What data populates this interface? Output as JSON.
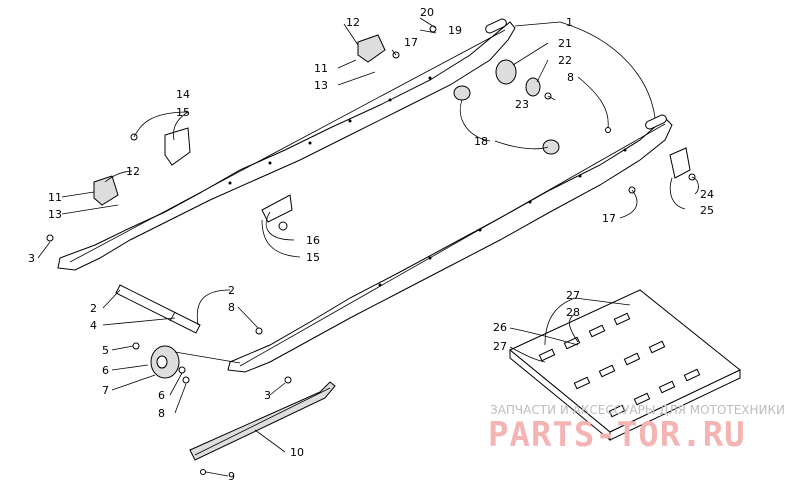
{
  "labels": {
    "l1": "1",
    "l2a": "2",
    "l2b": "2",
    "l3a": "3",
    "l3b": "3",
    "l4": "4",
    "l5": "5",
    "l6a": "6",
    "l6b": "6",
    "l7": "7",
    "l8a": "8",
    "l8b": "8",
    "l8c": "8",
    "l9": "9",
    "l10": "10",
    "l11a": "11",
    "l11b": "11",
    "l12a": "12",
    "l12b": "12",
    "l13a": "13",
    "l13b": "13",
    "l14": "14",
    "l15a": "15",
    "l15b": "15",
    "l16": "16",
    "l17a": "17",
    "l17b": "17",
    "l18": "18",
    "l19": "19",
    "l20": "20",
    "l21": "21",
    "l22": "22",
    "l23": "23",
    "l24": "24",
    "l25": "25",
    "l26": "26",
    "l27a": "27",
    "l27b": "27",
    "l28": "28"
  },
  "watermark": {
    "line1": "ЗАПЧАСТИ И АКСЕССУАРЫ ДЛЯ МОТОТЕХНИКИ",
    "line2": "PARTS-TOR.RU"
  }
}
